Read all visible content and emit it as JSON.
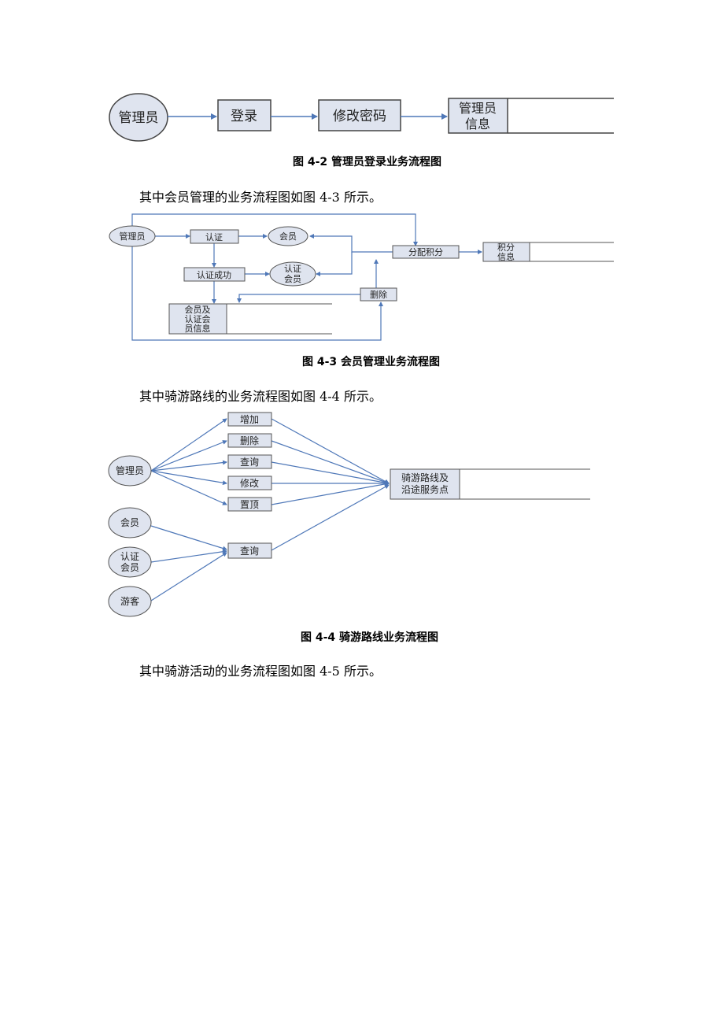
{
  "fig42": {
    "admin": "管理员",
    "login": "登录",
    "change_password": "修改密码",
    "store_line1": "管理员",
    "store_line2": "信息",
    "caption": "图 4-2 管理员登录业务流程图"
  },
  "para43": "其中会员管理的业务流程图如图 4-3 所示。",
  "fig43": {
    "admin": "管理员",
    "certify": "认证",
    "member": "会员",
    "certify_success": "认证成功",
    "cert_member_line1": "认证",
    "cert_member_line2": "会员",
    "assign_points": "分配积分",
    "delete": "删除",
    "points_store_line1": "积分",
    "points_store_line2": "信息",
    "member_store_line1": "会员及",
    "member_store_line2": "认证会",
    "member_store_line3": "员信息",
    "caption": "图 4-3 会员管理业务流程图"
  },
  "para44": "其中骑游路线的业务流程图如图 4-4 所示。",
  "fig44": {
    "admin": "管理员",
    "add": "增加",
    "delete": "删除",
    "query": "查询",
    "modify": "修改",
    "top": "置顶",
    "member": "会员",
    "cert_member_line1": "认证",
    "cert_member_line2": "会员",
    "visitor": "游客",
    "query2": "查询",
    "store_line1": "骑游路线及",
    "store_line2": "沿途服务点",
    "caption": "图 4-4 骑游路线业务流程图"
  },
  "para45": "其中骑游活动的业务流程图如图 4-5 所示。"
}
